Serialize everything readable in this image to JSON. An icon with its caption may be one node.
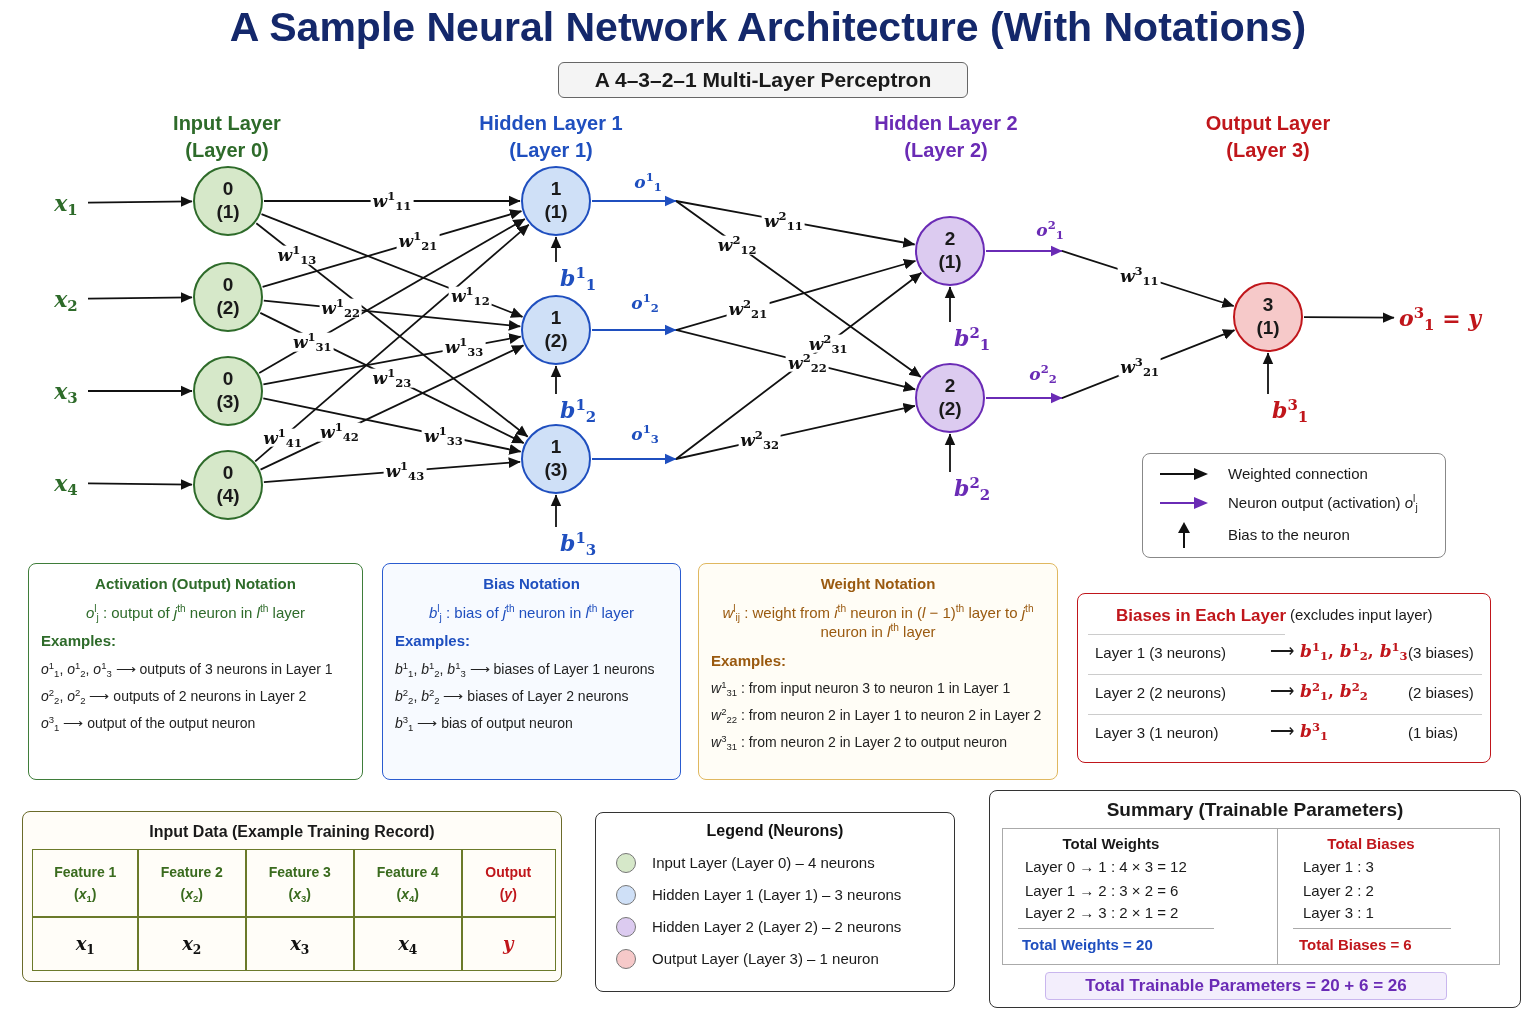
{
  "diagram": {
    "title": "A Sample Neural Network Architecture (With Notations)",
    "nodes": [
      {
        "text": [
          "A 4–3–2–1 Multi-Layer Perceptron"
        ]
      },
      {
        "text": [
          "*x*$_{1}$"
        ]
      },
      {
        "text": [
          "*x*$_{2}$"
        ]
      },
      {
        "text": [
          "*x*$_{3}$"
        ]
      },
      {
        "text": [
          "*x*$_{4}$"
        ]
      },
      {
        "text": [
          "0 (1)"
        ]
      },
      {
        "text": [
          "0 (2)"
        ]
      },
      {
        "text": [
          "0 (3)"
        ]
      },
      {
        "text": [
          "0 (4)"
        ]
      },
      {
        "text": [
          "1 (1)"
        ]
      },
      {
        "text": [
          "1 (2)"
        ]
      },
      {
        "text": [
          "1 (3)"
        ]
      },
      {
        "text": [
          "2 (1)"
        ]
      },
      {
        "text": [
          "2 (2)"
        ]
      },
      {
        "text": [
          "3 (1)"
        ]
      },
      {
        "text": [
          "*b*$^{1}$$_{1}$"
        ]
      },
      {
        "text": [
          "*b*$^{1}$$_{2}$"
        ]
      },
      {
        "text": [
          "*b*$^{1}$$_{3}$"
        ]
      },
      {
        "text": [
          "*b*$^{2}$$_{1}$"
        ]
      },
      {
        "text": [
          "*b*$^{2}$$_{2}$"
        ]
      },
      {
        "text": [
          "*b*$^{3}$$_{1}$"
        ]
      },
      {
        "text": [
          "*o*$^{3}$$_{1}$ = *y*"
        ]
      },
      {
        "text": [
          "Activation (Output) Notation",
          "*o*$^{l}$$_{j}$ : output of *j*$^{th}$ neuron in *l*$^{th}$ layer",
          "Examples:",
          "*o*$^{1}$$_{1}$, *o*$^{1}$$_{2}$, *o*$^{1}$$_{3}$ ⟶ outputs of 3 neurons in Layer 1",
          "*o*$^{2}$$_{2}$, *o*$^{2}$$_{2}$ ⟶ outputs of 2 neurons in Layer 2",
          "*o*$^{3}$$_{1}$ ⟶ output of the output neuron"
        ]
      },
      {
        "text": [
          "Bias Notation",
          "*b*$^{l}$$_{j}$ : bias of *j*$^{th}$ neuron in *l*$^{th}$ layer",
          "Examples:",
          "*b*$^{1}$$_{1}$, *b*$^{1}$$_{2}$, *b*$^{1}$$_{3}$ ⟶ biases of Layer 1 neurons",
          "*b*$^{2}$$_{2}$, *b*$^{2}$$_{2}$ ⟶ biases of Layer 2 neurons",
          "*b*$^{3}$$_{1}$ ⟶ bias of output neuron"
        ]
      },
      {
        "text": [
          "Weight Notation",
          "*w*$^{l}$$_{ij}$ : weight from *i*$^{th}$ neuron in (*l* − 1)$^{th}$ layer to *j*$^{th}$ neuron in *l*$^{th}$ layer",
          "Examples:",
          "*w*$^{1}$$_{31}$ : from input neuron 3 to neuron 1 in Layer 1",
          "*w*$^{2}$$_{22}$ : from neuron 2 in Layer 1 to neuron 2 in Layer 2",
          "*w*$^{3}$$_{31}$ : from neuron 2 in Layer 2 to output neuron"
        ]
      },
      {
        "text": [
          "Biases in Each Layer",
          "(excludes input layer)",
          "Layer 1 (3 neurons)",
          "⟶",
          "*b*$^{1}$$_{1}$, *b*$^{1}$$_{2}$, *b*$^{1}$$_{3}$",
          "(3 biases)",
          "Layer 2 (2 neurons)",
          "⟶",
          "*b*$^{2}$$_{1}$, *b*$^{2}$$_{2}$",
          "(2 biases)",
          "Layer 3 (1 neuron)",
          "⟶",
          "*b*$^{3}$$_{1}$",
          "(1 bias)"
        ]
      },
      {
        "text": [
          "Input Data (Example Training Record)",
          "Feature 1 (*x*$_{1}$)",
          "Feature 2 (*x*$_{2}$)",
          "Feature 3 (*x*$_{3}$)",
          "Feature 4 (*x*$_{4}$)",
          "Output (*y*)",
          "*x*$_{1}$",
          "*x*$_{2}$",
          "*x*$_{3}$",
          "*x*$_{4}$",
          "*y*"
        ]
      },
      {
        "text": [
          "Summary (Trainable Parameters)",
          "Total Weights",
          "Layer 0 → 1 : 4 × 3 = 12",
          "Layer 1 → 2 : 3 × 2 = 6",
          "Layer 2 → 3 : 2 × 1 = 2",
          "Total Weights = 20",
          "Total Biases",
          "Layer 1 : 3",
          "Layer 2 : 2",
          "Layer 3 : 1",
          "Total Biases = 6",
          "Total Trainable Parameters = 20 + 6 = 26"
        ]
      }
    ],
    "edges": [
      {
        "from": 1,
        "to": 5,
        "arrow": "to"
      },
      {
        "from": 2,
        "to": 6,
        "arrow": "to"
      },
      {
        "from": 3,
        "to": 7,
        "arrow": "to"
      },
      {
        "from": 4,
        "to": 8,
        "arrow": "to"
      },
      {
        "from": 5,
        "to": 9,
        "arrow": "to",
        "label": "*w*$^{1}$$_{11}$"
      },
      {
        "from": 5,
        "to": 10,
        "arrow": "to",
        "label": "*w*$^{1}$$_{12}$"
      },
      {
        "from": 5,
        "to": 11,
        "arrow": "to",
        "label": "*w*$^{1}$$_{13}$"
      },
      {
        "from": 6,
        "to": 9,
        "arrow": "to",
        "label": "*w*$^{1}$$_{21}$"
      },
      {
        "from": 6,
        "to": 10,
        "arrow": "to",
        "label": "*w*$^{1}$$_{22}$"
      },
      {
        "from": 6,
        "to": 11,
        "arrow": "to",
        "label": "*w*$^{1}$$_{23}$"
      },
      {
        "from": 7,
        "to": 9,
        "arrow": "to",
        "label": "*w*$^{1}$$_{31}$"
      },
      {
        "from": 7,
        "to": 10,
        "arrow": "to",
        "label": "*w*$^{1}$$_{33}$"
      },
      {
        "from": 7,
        "to": 11,
        "arrow": "to",
        "label": "*w*$^{1}$$_{33}$"
      },
      {
        "from": 8,
        "to": 9,
        "arrow": "to",
        "label": "*w*$^{1}$$_{41}$"
      },
      {
        "from": 8,
        "to": 10,
        "arrow": "to",
        "label": "*w*$^{1}$$_{42}$"
      },
      {
        "from": 8,
        "to": 11,
        "arrow": "to",
        "label": "*w*$^{1}$$_{43}$"
      },
      {
        "from": 9,
        "to": null,
        "arrow": "to",
        "label": "*o*$^{1}$$_{1}$",
        "color": "#1f4fbf"
      },
      {
        "from": 10,
        "to": null,
        "arrow": "to",
        "label": "*o*$^{1}$$_{2}$",
        "color": "#1f4fbf"
      },
      {
        "from": 11,
        "to": null,
        "arrow": "to",
        "label": "*o*$^{1}$$_{3}$",
        "color": "#1f4fbf"
      },
      {
        "from": 9,
        "to": 12,
        "arrow": "to",
        "label": "*w*$^{2}$$_{11}$"
      },
      {
        "from": 9,
        "to": 13,
        "arrow": "to",
        "label": "*w*$^{2}$$_{12}$"
      },
      {
        "from": 10,
        "to": 12,
        "arrow": "to",
        "label": "*w*$^{2}$$_{21}$"
      },
      {
        "from": 10,
        "to": 13,
        "arrow": "to",
        "label": "*w*$^{2}$$_{22}$"
      },
      {
        "from": 11,
        "to": 12,
        "arrow": "to",
        "label": "*w*$^{2}$$_{31}$"
      },
      {
        "from": 11,
        "to": 13,
        "arrow": "to",
        "label": "*w*$^{2}$$_{32}$"
      },
      {
        "from": 12,
        "to": null,
        "arrow": "to",
        "label": "*o*$^{2}$$_{1}$",
        "color": "#6a2bb5"
      },
      {
        "from": 13,
        "to": null,
        "arrow": "to",
        "label": "*o*$^{2}$$_{2}$",
        "color": "#6a2bb5"
      },
      {
        "from": 12,
        "to": 14,
        "arrow": "to",
        "label": "*w*$^{3}$$_{11}$"
      },
      {
        "from": 13,
        "to": 14,
        "arrow": "to",
        "label": "*w*$^{3}$$_{21}$"
      },
      {
        "from": 14,
        "to": 21,
        "arrow": "to"
      },
      {
        "from": 15,
        "to": 9,
        "arrow": "to"
      },
      {
        "from": 16,
        "to": 10,
        "arrow": "to"
      },
      {
        "from": 17,
        "to": 11,
        "arrow": "to"
      },
      {
        "from": 18,
        "to": 12,
        "arrow": "to"
      },
      {
        "from": 19,
        "to": 13,
        "arrow": "to"
      },
      {
        "from": 20,
        "to": 14,
        "arrow": "to"
      }
    ],
    "labels": [
      "Input Layer (Layer 0)",
      "Hidden Layer 1 (Layer 1)",
      "Hidden Layer 2 (Layer 2)",
      "Output Layer (Layer 3)",
      "Legend (Neurons)"
    ],
    "legend": [
      {
        "text": "Weighted connection"
      },
      {
        "text": "Neuron output (activation) *o*$^{l}$$_{j}$"
      },
      {
        "text": "Bias to the neuron"
      },
      {
        "text": "Input Layer (Layer 0) – 4 neurons",
        "color": "#d6e8c9"
      },
      {
        "text": "Hidden Layer 1 (Layer 1) – 3 neurons",
        "color": "#cfe0f7"
      },
      {
        "text": "Hidden Layer 2 (Layer 2) – 2 neurons",
        "color": "#dccbf0"
      },
      {
        "text": "Output Layer (Layer 3) – 1 neuron",
        "color": "#f6c9c9"
      }
    ]
  }
}
